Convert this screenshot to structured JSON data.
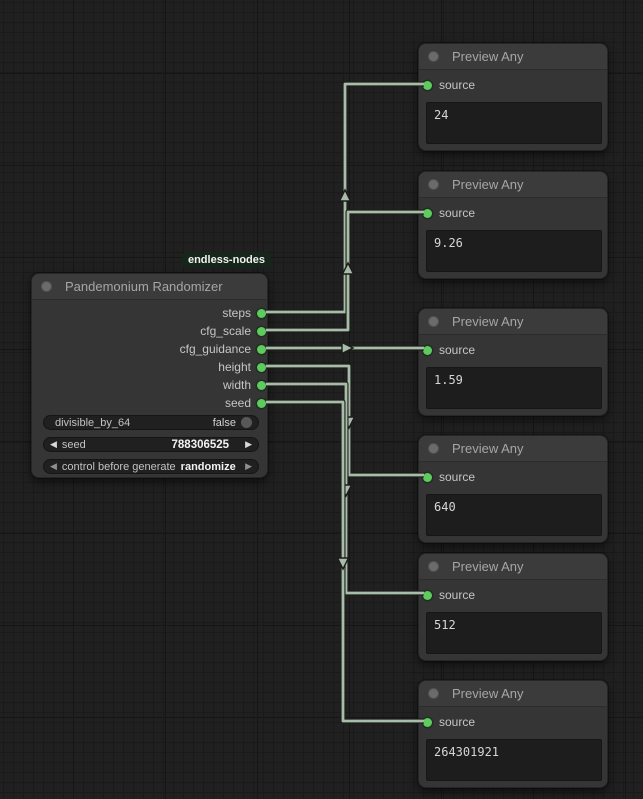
{
  "canvas": {
    "background": "#202020",
    "grid_minor_line": "#1a1a1a",
    "grid_major_line": "#161616"
  },
  "badge": {
    "label": "endless-nodes",
    "bg": "#16261a"
  },
  "main_node": {
    "title": "Pandemonium Randomizer",
    "outputs": [
      "steps",
      "cfg_scale",
      "cfg_guidance",
      "height",
      "width",
      "seed"
    ],
    "widgets": {
      "divisible_toggle": {
        "label": "divisible_by_64",
        "value": "false"
      },
      "seed_stepper": {
        "label": "seed",
        "value": "788306525"
      },
      "control_stepper": {
        "label": "control before generate",
        "value": "randomize"
      }
    }
  },
  "icons": {
    "arrow_left": "◀",
    "arrow_right": "▶"
  },
  "preview_nodes": [
    {
      "title": "Preview Any",
      "input_label": "source",
      "value": "24"
    },
    {
      "title": "Preview Any",
      "input_label": "source",
      "value": "9.26"
    },
    {
      "title": "Preview Any",
      "input_label": "source",
      "value": "1.59"
    },
    {
      "title": "Preview Any",
      "input_label": "source",
      "value": "640"
    },
    {
      "title": "Preview Any",
      "input_label": "source",
      "value": "512"
    },
    {
      "title": "Preview Any",
      "input_label": "source",
      "value": "264301921"
    }
  ],
  "connections": [
    {
      "from_output": "steps",
      "to_node": 1,
      "to_input": "source"
    },
    {
      "from_output": "cfg_scale",
      "to_node": 2,
      "to_input": "source"
    },
    {
      "from_output": "cfg_guidance",
      "to_node": 3,
      "to_input": "source"
    },
    {
      "from_output": "height",
      "to_node": 4,
      "to_input": "source"
    },
    {
      "from_output": "width",
      "to_node": 5,
      "to_input": "source"
    },
    {
      "from_output": "seed",
      "to_node": 6,
      "to_input": "source"
    }
  ],
  "colors": {
    "node_bg": "#353535",
    "node_header": "#3b3b3b",
    "wire": "#a8bda8",
    "slot_green": "#5ecb5e",
    "header_dot_gray": "#6b6b6b",
    "widget_bg": "#202020",
    "valuebox_bg": "#1d1d1d"
  }
}
